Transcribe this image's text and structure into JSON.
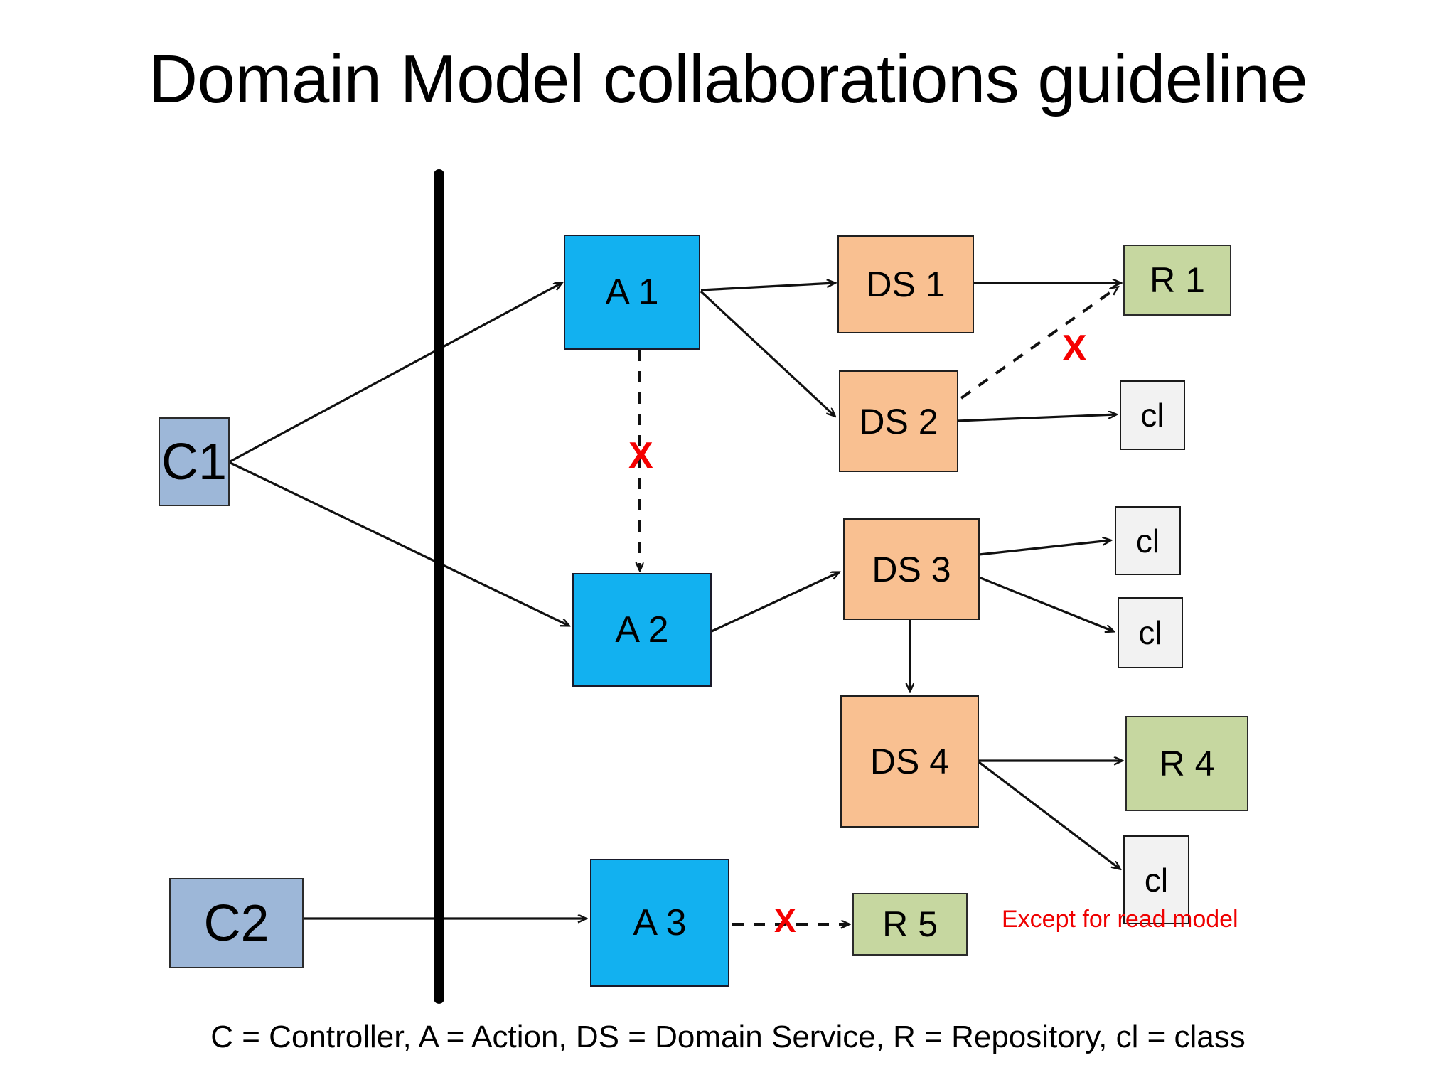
{
  "slide": {
    "title": "Domain Model collaborations guideline",
    "legend": "C = Controller, A = Action, DS = Domain Service, R = Repository, cl = class",
    "note": "Except for read model",
    "background_color": "#ffffff"
  },
  "colors": {
    "controller": "#9db7d8",
    "action": "#12b1f0",
    "service": "#f9c091",
    "repository": "#c6d7a0",
    "klass": "#f2f2f2",
    "forbidden": "#f50000",
    "note": "#ef0000",
    "stroke": "#1a1a1a"
  },
  "nodes": {
    "c1": {
      "label": "C1",
      "type": "controller"
    },
    "c2": {
      "label": "C2",
      "type": "controller"
    },
    "a1": {
      "label": "A 1",
      "type": "action"
    },
    "a2": {
      "label": "A 2",
      "type": "action"
    },
    "a3": {
      "label": "A 3",
      "type": "action"
    },
    "ds1": {
      "label": "DS 1",
      "type": "service"
    },
    "ds2": {
      "label": "DS 2",
      "type": "service"
    },
    "ds3": {
      "label": "DS 3",
      "type": "service"
    },
    "ds4": {
      "label": "DS 4",
      "type": "service"
    },
    "r1": {
      "label": "R 1",
      "type": "repository"
    },
    "r4": {
      "label": "R 4",
      "type": "repository"
    },
    "r5": {
      "label": "R 5",
      "type": "repository"
    },
    "cl1": {
      "label": "cl",
      "type": "klass"
    },
    "cl2": {
      "label": "cl",
      "type": "klass"
    },
    "cl3": {
      "label": "cl",
      "type": "klass"
    },
    "cl4": {
      "label": "cl",
      "type": "klass"
    }
  },
  "markers": {
    "x_a1_a2": "X",
    "x_ds2_r1": "X",
    "x_a3_r5": "X"
  },
  "edges": [
    {
      "from": "c1",
      "to": "a1",
      "style": "solid",
      "allowed": true
    },
    {
      "from": "c1",
      "to": "a2",
      "style": "solid",
      "allowed": true
    },
    {
      "from": "a1",
      "to": "ds1",
      "style": "solid",
      "allowed": true
    },
    {
      "from": "a1",
      "to": "ds2",
      "style": "solid",
      "allowed": true
    },
    {
      "from": "a1",
      "to": "a2",
      "style": "dashed",
      "allowed": false
    },
    {
      "from": "a2",
      "to": "ds3",
      "style": "solid",
      "allowed": true
    },
    {
      "from": "ds1",
      "to": "r1",
      "style": "solid",
      "allowed": true
    },
    {
      "from": "ds2",
      "to": "r1",
      "style": "dashed",
      "allowed": false
    },
    {
      "from": "ds2",
      "to": "cl1",
      "style": "solid",
      "allowed": true
    },
    {
      "from": "ds3",
      "to": "cl2",
      "style": "solid",
      "allowed": true
    },
    {
      "from": "ds3",
      "to": "cl3",
      "style": "solid",
      "allowed": true
    },
    {
      "from": "ds3",
      "to": "ds4",
      "style": "solid",
      "allowed": true
    },
    {
      "from": "ds4",
      "to": "r4",
      "style": "solid",
      "allowed": true
    },
    {
      "from": "ds4",
      "to": "cl4",
      "style": "solid",
      "allowed": true
    },
    {
      "from": "c2",
      "to": "a3",
      "style": "solid",
      "allowed": true
    },
    {
      "from": "a3",
      "to": "r5",
      "style": "dashed",
      "allowed": false
    }
  ]
}
